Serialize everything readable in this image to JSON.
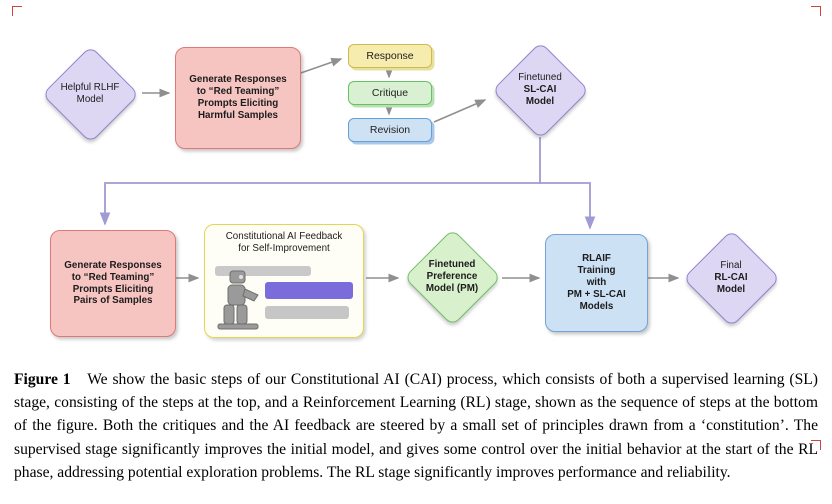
{
  "figure": {
    "nodes": {
      "helpful_rlhf": {
        "label": "Helpful RLHF\nModel"
      },
      "generate_harmful": {
        "label": "Generate Responses\nto “Red Teaming”\nPrompts Eliciting\nHarmful Samples"
      },
      "response_chip": {
        "label": "Response"
      },
      "critique_chip": {
        "label": "Critique"
      },
      "revision_chip": {
        "label": "Revision"
      },
      "sl_cai": {
        "prefix": "Finetuned",
        "label": "SL-CAI\nModel"
      },
      "generate_pairs": {
        "label": "Generate Responses\nto “Red Teaming”\nPrompts Eliciting\nPairs of Samples"
      },
      "cai_feedback": {
        "title": "Constitutional AI Feedback\nfor Self-Improvement"
      },
      "preference_model": {
        "label": "Finetuned\nPreference\nModel (PM)"
      },
      "rlaif_training": {
        "label": "RLAIF\nTraining\nwith\nPM + SL-CAI\nModels"
      },
      "final_rl_cai": {
        "prefix": "Final",
        "label": "RL-CAI\nModel"
      }
    },
    "colors": {
      "diamond_purple_fill": "#ddd7f3",
      "diamond_purple_border": "#9183ce",
      "diamond_green_fill": "#d8f0cc",
      "diamond_green_border": "#73bf6c",
      "box_red_fill": "#f6c5c2",
      "box_red_border": "#dd7a77",
      "box_blue_fill": "#cde1f5",
      "box_blue_border": "#74a3d6",
      "chip_yellow_fill": "#f6ecae",
      "chip_green_fill": "#d9f1d2",
      "chip_blue_fill": "#cfe2f4",
      "feedback_border": "#e2d74f",
      "feedback_bar_purple": "#7a6ddb",
      "feedback_bar_grey": "#c9c9c9",
      "arrow_grey": "#8f8f8f",
      "arrow_purple": "#a09bd4"
    }
  },
  "caption": {
    "label": "Figure 1",
    "text": "We show the basic steps of our Constitutional AI (CAI) process, which consists of both a supervised learning (SL) stage, consisting of the steps at the top, and a Reinforcement Learning (RL) stage, shown as the sequence of steps at the bottom of the figure. Both the critiques and the AI feedback are steered by a small set of principles drawn from a ‘constitution’. The supervised stage significantly improves the initial model, and gives some control over the initial behavior at the start of the RL phase, addressing potential exploration problems. The RL stage significantly improves performance and reliability."
  }
}
